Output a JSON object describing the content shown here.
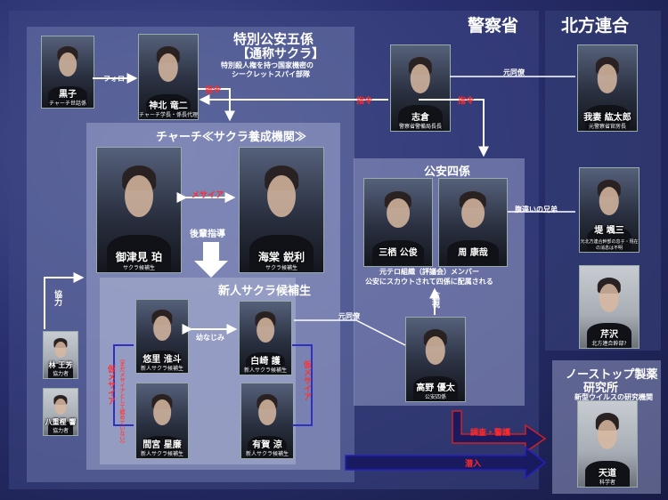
{
  "sections": {
    "police": "警察省",
    "hoppo": "北方連合",
    "kouan5_title": "特別公安五係",
    "kouan5_sub": "【通称サクラ】",
    "kouan5_desc1": "特別殺人権を持つ国家機密の",
    "kouan5_desc2": "シークレットスパイ部隊",
    "church": "チャーチ≪サクラ養成機関≫",
    "shinjin": "新人サクラ候補生",
    "kouan4": "公安四係",
    "kouan4_desc1": "元テロ組織（評議会）メンバー",
    "kouan4_desc2": "公安にスカウトされて四係に配属される",
    "nonstop1": "ノーストップ製薬",
    "nonstop2": "研究所",
    "nonstop_desc": "新型ウイルスの研究機関"
  },
  "people": {
    "kuroko": {
      "name": "黒子",
      "role": "チャーチ世話係"
    },
    "kamikita": {
      "name": "神北 竜二",
      "role": "チャーチ学長・係長代理"
    },
    "shiokura": {
      "name": "志倉",
      "role": "警察省警備局長長"
    },
    "gatsuma": {
      "name": "我妻 紘太郎",
      "role": "元警察省官房長"
    },
    "mitsumi": {
      "name": "御津見 珀",
      "role": "サクラ候補生"
    },
    "kaido": {
      "name": "海棠 鋭利",
      "role": "サクラ候補生"
    },
    "mitsumune": {
      "name": "三栖 公俊",
      "role": ""
    },
    "amane": {
      "name": "周 康哉",
      "role": ""
    },
    "tsutsumi": {
      "name": "堤 颯三",
      "role": "元北方連合幹部の息子・現在の消息は不明"
    },
    "seri": {
      "name": "芹沢",
      "role": "北方連合幹部?"
    },
    "yuri": {
      "name": "悠里 淮斗",
      "role": "新人サクラ候補生"
    },
    "shirasaki": {
      "name": "白崎 護",
      "role": "新人サクラ候補生"
    },
    "mamiya": {
      "name": "間宮 星廉",
      "role": "新人サクラ候補生"
    },
    "aruga": {
      "name": "有賀 涼",
      "role": "新人サクラ候補生"
    },
    "hayashi": {
      "name": "林 王芳",
      "role": "協力者"
    },
    "yaegaki": {
      "name": "八重樫 響",
      "role": "協力者"
    },
    "takano": {
      "name": "高野 優太",
      "role": "公安四係"
    },
    "amamichi": {
      "name": "天道",
      "role": "科学者"
    }
  },
  "relations": {
    "follow": "フォロー",
    "shirei": "指令",
    "shirei2": "指令",
    "shirei3": "指令",
    "motodoryo1": "元同僚",
    "motodoryo2": "元同僚",
    "mesaia": "メサイア",
    "kohai": "後輩指導",
    "osananajimi": "幼なじみ",
    "haraigai": "腹違いの兄弟",
    "kansi": "監視",
    "kyoryoku": "協力",
    "kari_mesaia": "仮メサイア",
    "kari_mesaia2": "仮メサイア",
    "kari_note": "（まだメサイアとして認めていない）",
    "chosa": "調査・警護",
    "sennyu": "潜入"
  }
}
